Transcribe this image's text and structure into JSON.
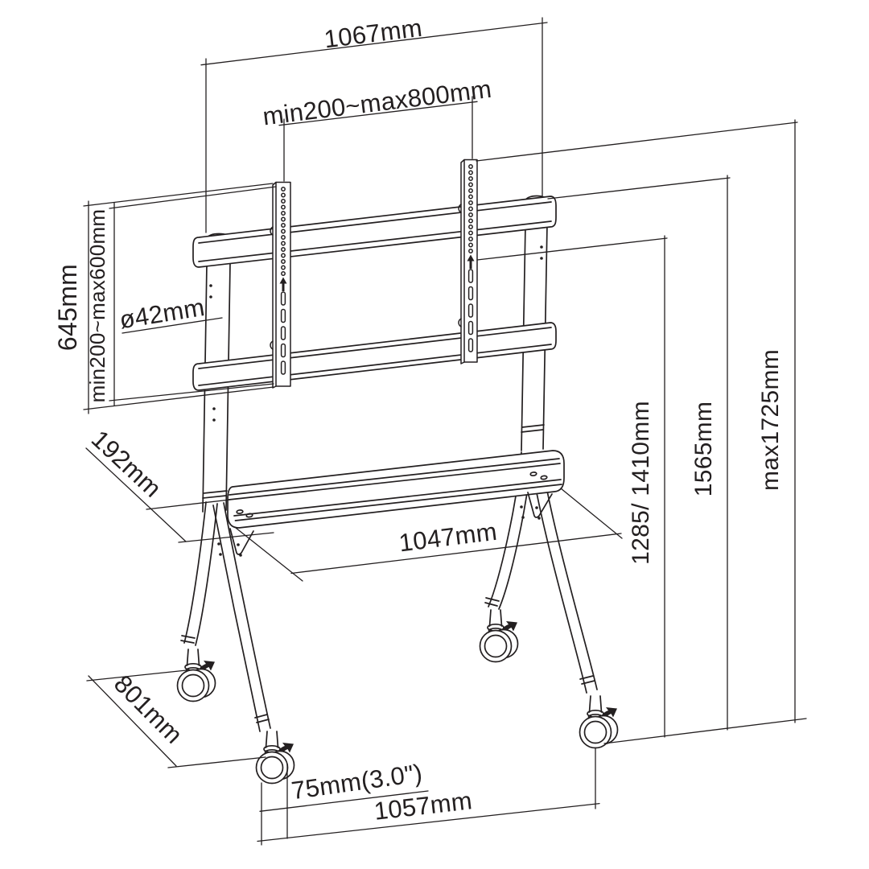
{
  "page": {
    "background": "#ffffff",
    "line_color": "#231f20"
  },
  "diagram": {
    "type": "technical-dimension-drawing",
    "subject": "mobile TV floor stand with casters and VESA brackets",
    "labels": {
      "top_width": "1067mm",
      "vesa_width_range": "min200~max800mm",
      "bracket_height": "645mm",
      "vesa_height_range": "min200~max600mm",
      "pole_diameter": "ø42mm",
      "shelf_depth": "192mm",
      "shelf_width": "1047mm",
      "screen_center_height": "1285/ 1410mm",
      "column_height": "1565mm",
      "max_height": "max1725mm",
      "base_depth": "801mm",
      "caster_diameter": "75mm(3.0\")",
      "base_width": "1057mm"
    }
  }
}
